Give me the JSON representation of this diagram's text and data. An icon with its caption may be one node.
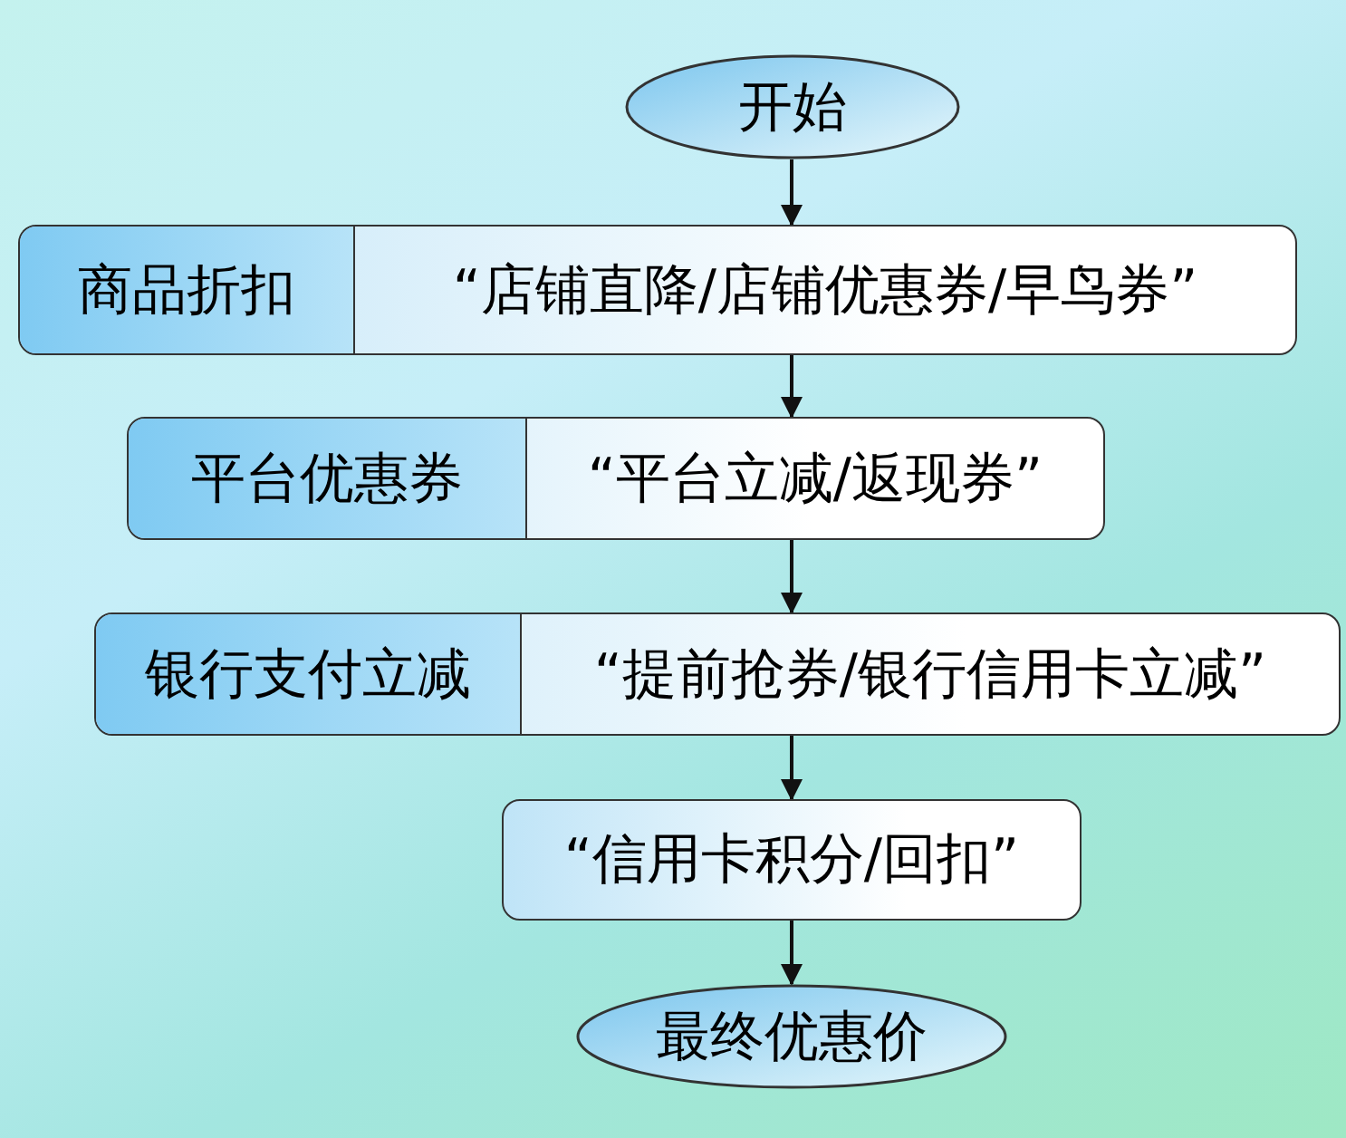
{
  "diagram": {
    "nodes": [
      {
        "text": [
          "开始"
        ]
      },
      {
        "text": [
          "商品折扣",
          "“店铺直降/店铺优惠券/早鸟券”"
        ]
      },
      {
        "text": [
          "平台优惠券",
          "“平台立减/返现券”"
        ]
      },
      {
        "text": [
          "银行支付立减",
          "“提前抢券/银行信用卡立减”"
        ]
      },
      {
        "text": [
          "“信用卡积分/回扣”"
        ]
      },
      {
        "text": [
          "最终优惠价"
        ]
      }
    ],
    "edges": [
      {
        "from": 0,
        "to": 1,
        "arrow": "to"
      },
      {
        "from": 1,
        "to": 2,
        "arrow": "to"
      },
      {
        "from": 2,
        "to": 3,
        "arrow": "to"
      },
      {
        "from": 3,
        "to": 4,
        "arrow": "to"
      },
      {
        "from": 4,
        "to": 5,
        "arrow": "to"
      }
    ]
  }
}
